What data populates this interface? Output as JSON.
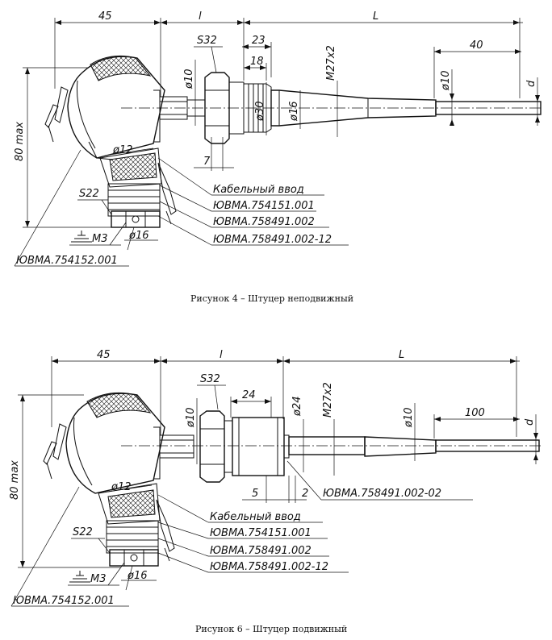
{
  "figure4": {
    "dims": {
      "d45": "45",
      "l": "l",
      "L": "L",
      "s32": "S32",
      "d23": "23",
      "d18": "18",
      "m27": "M27x2",
      "d40": "40",
      "phi10a": "ø10",
      "phi30": "ø30",
      "phi16": "ø16",
      "phi10b": "ø10",
      "d": "d",
      "max80": "80 max",
      "d7": "7",
      "phi12": "ø12",
      "s22": "S22",
      "m3": "M3",
      "phi16b": "ø16"
    },
    "labels": {
      "cable": "Кабельный ввод",
      "p1": "ЮВМА.754151.001",
      "p2": "ЮВМА.758491.002",
      "p3": "ЮВМА.758491.002-12",
      "p4": "ЮВМА.754152.001"
    },
    "caption": "Рисунок 4 – Штуцер неподвижный"
  },
  "figure6": {
    "dims": {
      "d45": "45",
      "l": "l",
      "L": "L",
      "s32": "S32",
      "d24": "24",
      "phi24": "ø24",
      "m27": "M27x2",
      "phi10a": "ø10",
      "phi10b": "ø10",
      "d100": "100",
      "d": "d",
      "max80": "80 max",
      "d5": "5",
      "d2": "2",
      "phi12": "ø12",
      "s22": "S22",
      "m3": "M3",
      "phi16b": "ø16"
    },
    "labels": {
      "part": "ЮВМА.758491.002-02",
      "cable": "Кабельный ввод",
      "p1": "ЮВМА.754151.001",
      "p2": "ЮВМА.758491.002",
      "p3": "ЮВМА.758491.002-12",
      "p4": "ЮВМА.754152.001"
    },
    "caption": "Рисунок 6 – Штуцер подвижный"
  }
}
